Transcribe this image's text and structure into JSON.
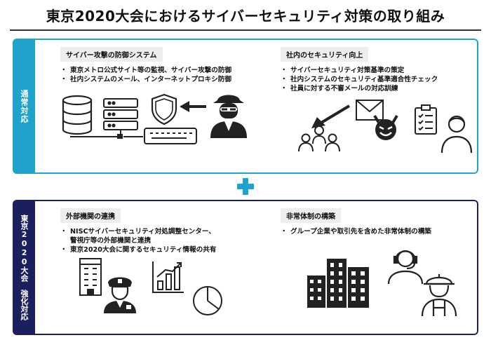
{
  "title": "東京2020大会におけるサイバーセキュリティ対策の取り組み",
  "panels": {
    "normal": {
      "side_label": "通常対応",
      "left": {
        "heading": "サイバー攻撃の防御システム",
        "bullets": [
          "東京メトロ公式サイト等の監視、サイバー攻撃の防御",
          "社内システムのメール、インターネットプロキシ防御"
        ]
      },
      "right": {
        "heading": "社内のセキュリティ向上",
        "bullets": [
          "サイバーセキュリティ対策基準の策定",
          "社内システムのセキュリティ基準適合性チェック",
          "社員に対する不審メールの対応訓練"
        ]
      }
    },
    "olympic": {
      "side_label": "東京2020大会　強化対応",
      "left": {
        "heading": "外部機関の連携",
        "bullets": [
          "NISCサイバーセキュリティ対処調整センター、",
          "警視庁等の外部機関と連携",
          "東京2020大会に関するセキュリティ情報の共有"
        ]
      },
      "right": {
        "heading": "非常体制の構築",
        "bullets": [
          "グループ企業や取引先を含めた非常体制の構築"
        ]
      }
    }
  },
  "colors": {
    "normal_accent": "#1fa2cb",
    "olympic_accent": "#1b1f5e",
    "heading_bg": "#eeeeee"
  },
  "icons": {
    "normal_left": [
      "database-icon",
      "server-icon",
      "keyboard-icon",
      "shield-icon",
      "arrow-left-icon",
      "hacker-icon"
    ],
    "normal_right": [
      "arrow-down-left-icon",
      "envelope-icon",
      "devil-icon",
      "group-icon",
      "clipboard-checklist-icon",
      "person-icon"
    ],
    "olympic_left": [
      "office-building-icon",
      "police-officer-icon",
      "bar-chart-icon",
      "pie-chart-icon"
    ],
    "olympic_right": [
      "city-buildings-icon",
      "operator-headset-icon",
      "construction-worker-icon"
    ]
  }
}
